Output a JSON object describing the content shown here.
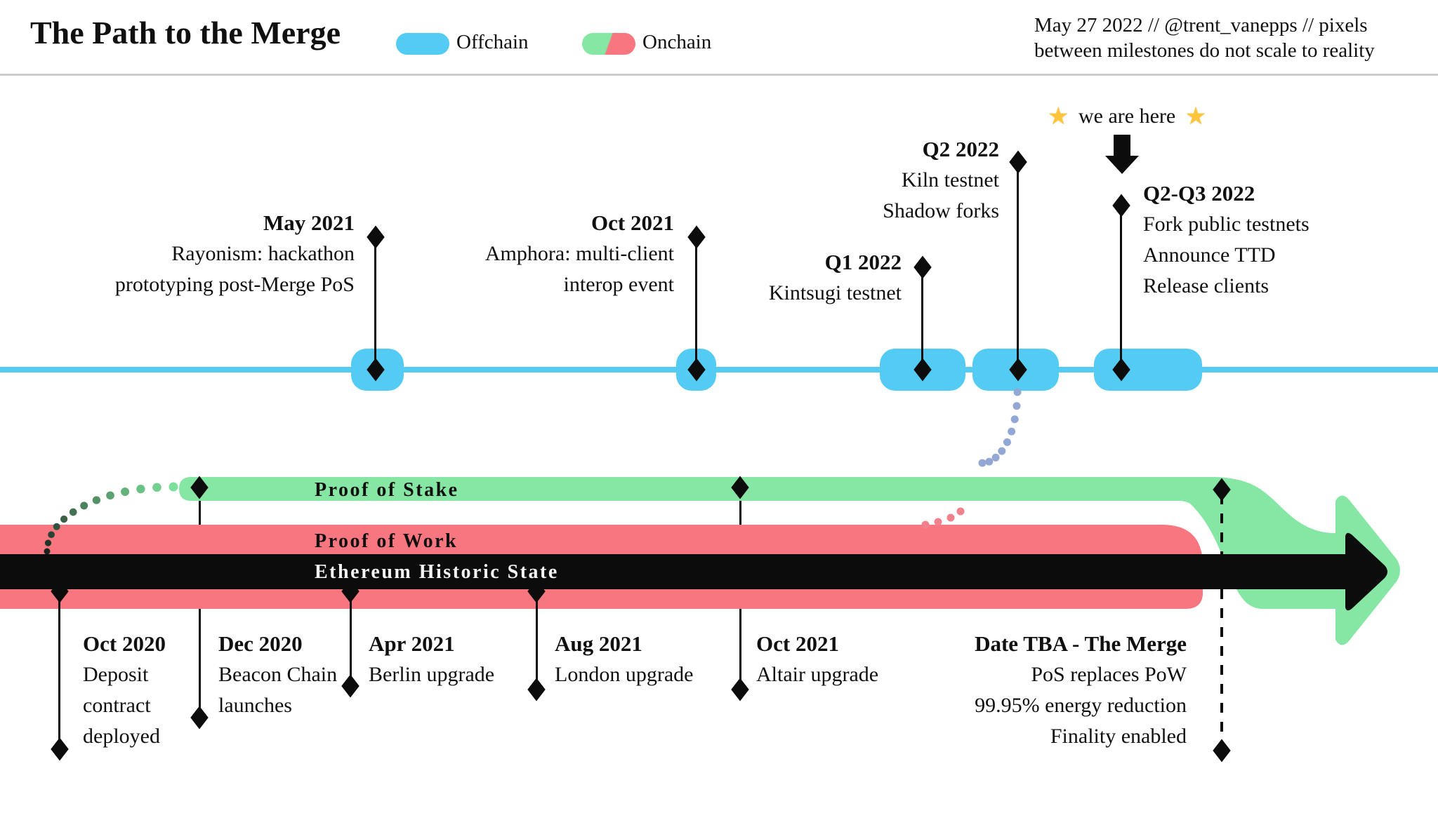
{
  "header": {
    "title": "The Path to the Merge",
    "legend": {
      "offchain": "Offchain",
      "onchain": "Onchain"
    },
    "credit_line1": "May 27 2022 // @trent_vanepps // pixels",
    "credit_line2": "between milestones do not scale to reality"
  },
  "status_marker": {
    "label": "we are here",
    "star": "★"
  },
  "upper_milestones": [
    {
      "date": "May 2021",
      "lines": [
        "Rayonism: hackathon",
        "prototyping post-Merge PoS"
      ]
    },
    {
      "date": "Oct 2021",
      "lines": [
        "Amphora: multi-client",
        "interop event"
      ]
    },
    {
      "date": "Q1 2022",
      "lines": [
        "Kintsugi testnet"
      ]
    },
    {
      "date": "Q2 2022",
      "lines": [
        "Kiln testnet",
        "Shadow forks"
      ]
    },
    {
      "date": "Q2-Q3 2022",
      "lines": [
        "Fork public testnets",
        "Announce TTD",
        "Release clients"
      ]
    }
  ],
  "bands": {
    "proof_of_stake": "Proof of Stake",
    "proof_of_work": "Proof of Work",
    "historic_state": "Ethereum Historic State"
  },
  "lower_milestones": [
    {
      "date": "Oct 2020",
      "lines": [
        "Deposit",
        "contract",
        "deployed"
      ]
    },
    {
      "date": "Dec 2020",
      "lines": [
        "Beacon Chain",
        "launches"
      ]
    },
    {
      "date": "Apr 2021",
      "lines": [
        "Berlin upgrade"
      ]
    },
    {
      "date": "Aug 2021",
      "lines": [
        "London upgrade"
      ]
    },
    {
      "date": "Oct 2021",
      "lines": [
        "Altair upgrade"
      ]
    },
    {
      "date": "Date TBA - The Merge",
      "lines": [
        "PoS replaces PoW",
        "99.95% energy reduction",
        "Finality enabled"
      ]
    }
  ],
  "colors": {
    "offchain_blue": "#54CBF2",
    "pos_green": "#85E7A3",
    "pow_red": "#F8767F",
    "state_black": "#0c0c0c",
    "dot_blue": "#93A7D4",
    "dot_pink": "#F0818D",
    "dot_green_start": "#1A231D",
    "dot_green_end": "#7CE09C",
    "star_gold": "#FFC53D",
    "rule_gray": "#CCCCCC"
  }
}
